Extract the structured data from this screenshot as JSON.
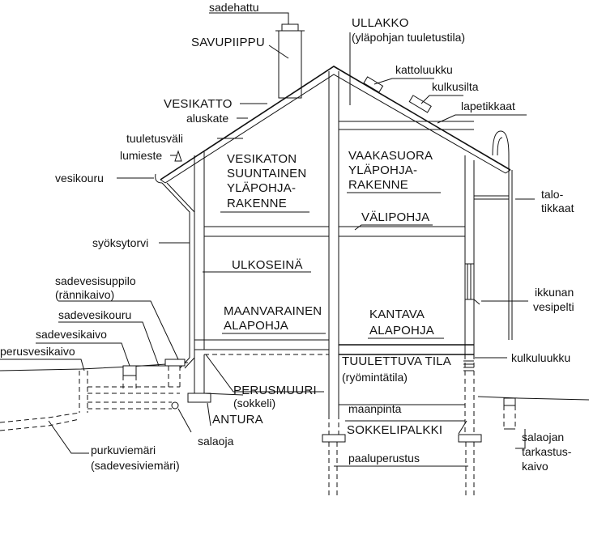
{
  "labels": {
    "sadehattu": "sadehattu",
    "savupiippu": "SAVUPIIPPU",
    "ullakko": "ULLAKKO",
    "ullakko_sub": "(yläpohjan tuuletustila)",
    "kattoluukku": "kattoluukku",
    "kulkusilta": "kulkusilta",
    "lapetikkaat": "lapetikkaat",
    "vesikatto": "VESIKATTO",
    "aluskate": "aluskate",
    "tuuletusvali": "tuuletusväli",
    "lumieste": "lumieste",
    "vesikouru": "vesikouru",
    "vesikaton_1": "VESIKATON",
    "vesikaton_2": "SUUNTAINEN",
    "vesikaton_3": "YLÄPOHJA-",
    "vesikaton_4": "RAKENNE",
    "vaakasuora_1": "VAAKASUORA",
    "vaakasuora_2": "YLÄPOHJA-",
    "vaakasuora_3": "RAKENNE",
    "talotikkaat_1": "talo-",
    "talotikkaat_2": "tikkaat",
    "valipohja": "VÄLIPOHJA",
    "syoksytorvi": "syöksytorvi",
    "ulkoseina": "ULKOSEINÄ",
    "sadevesisuppilo": "sadevesisuppilo",
    "sadevesisuppilo_sub": "(rännikaivo)",
    "ikkunan_1": "ikkunan",
    "ikkunan_2": "vesipelti",
    "sadevesikouru": "sadevesikouru",
    "maanvarainen_1": "MAANVARAINEN",
    "maanvarainen_2": "ALAPOHJA",
    "kantava_1": "KANTAVA",
    "kantava_2": "ALAPOHJA",
    "sadevesikaivo": "sadevesikaivo",
    "perusvesikaivo": "perusvesikaivo",
    "tuulettuva": "TUULETTUVA TILA",
    "tuulettuva_sub": "(ryömintätila)",
    "kulkuluukku": "kulkuluukku",
    "perusmuuri": "PERUSMUURI",
    "perusmuuri_sub": "(sokkeli)",
    "maanpinta": "maanpinta",
    "antura": "ANTURA",
    "sokkelipalkki": "SOKKELIPALKKI",
    "salaoja": "salaoja",
    "purkuviemari": "purkuviemäri",
    "purkuviemari_sub": "(sadevesiviemäri)",
    "paaluperustus": "paaluperustus",
    "salaojan_1": "salaojan",
    "salaojan_2": "tarkastus-",
    "salaojan_3": "kaivo"
  }
}
